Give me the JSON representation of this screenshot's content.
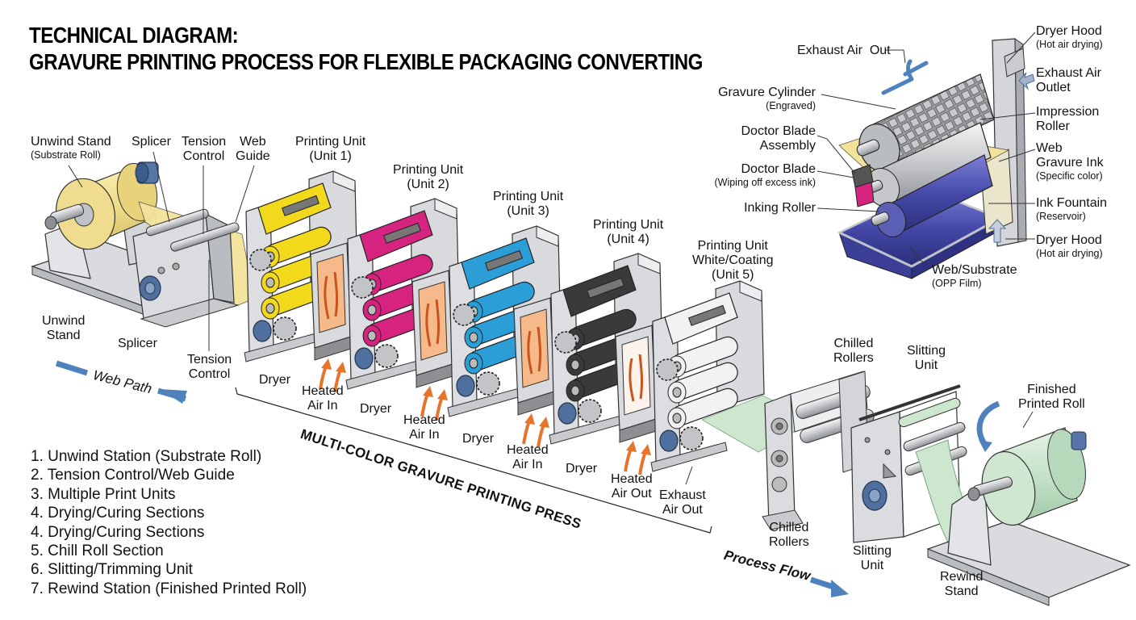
{
  "title": {
    "line1": "TECHNICAL DIAGRAM:",
    "line2": "GRAVURE PRINTING PROCESS FOR FLEXIBLE PACKAGING CONVERTING"
  },
  "colors": {
    "yellow_unit": "#f2d91c",
    "magenta_unit": "#d6237f",
    "cyan_unit": "#2b9ed8",
    "black_unit": "#3a3a3a",
    "white_unit": "#f2f2f2",
    "substrate": "#f3e39a",
    "printed_web": "#cde7cf",
    "dryer_panel": "#f6b98a",
    "heat_arrow": "#e8742c",
    "flow_arrow": "#4f82bd",
    "machine_gray": "#d7d9dc",
    "ink_blue": "#3d3f9a"
  },
  "top_labels": {
    "unwind_stand": {
      "title": "Unwind Stand",
      "sub": "(Substrate Roll)"
    },
    "splicer": "Splicer",
    "tension_control": {
      "line1": "Tension",
      "line2": "Control"
    },
    "web_guide": {
      "line1": "Web",
      "line2": "Guide"
    },
    "unit1": {
      "line1": "Printing Unit",
      "line2": "(Unit 1)"
    },
    "unit2": {
      "line1": "Printing Unit",
      "line2": "(Unit 2)"
    },
    "unit3": {
      "line1": "Printing Unit",
      "line2": "(Unit 3)"
    },
    "unit4": {
      "line1": "Printing Unit",
      "line2": "(Unit 4)"
    },
    "unit5": {
      "line1": "Printing Unit",
      "line2": "White/Coating",
      "line3": "(Unit 5)"
    },
    "chilled_rollers": {
      "line1": "Chilled",
      "line2": "Rollers"
    },
    "slitting_unit": {
      "line1": "Slitting",
      "line2": "Unit"
    },
    "finished_roll": {
      "line1": "Finished",
      "line2": "Printed Roll"
    }
  },
  "bottom_labels": {
    "unwind_stand": {
      "line1": "Unwind",
      "line2": "Stand"
    },
    "splicer": "Splicer",
    "tension_control": {
      "line1": "Tension",
      "line2": "Control"
    },
    "dryer1": "Dryer",
    "heated_air_in1": {
      "line1": "Heated",
      "line2": "Air In"
    },
    "dryer2": "Dryer",
    "heated_air_in2": {
      "line1": "Heated",
      "line2": "Air In"
    },
    "dryer3": "Dryer",
    "heated_air_in3": {
      "line1": "Heated",
      "line2": "Air In"
    },
    "dryer4": "Dryer",
    "heated_air_out": {
      "line1": "Heated",
      "line2": "Air Out"
    },
    "exhaust_air_out": {
      "line1": "Exhaust",
      "line2": "Air Out"
    },
    "chilled_rollers": {
      "line1": "Chilled",
      "line2": "Rollers"
    },
    "slitting_unit": {
      "line1": "Slitting",
      "line2": "Unit"
    },
    "rewind_stand": {
      "line1": "Rewind",
      "line2": "Stand"
    }
  },
  "annotations": {
    "web_path": "Web Path",
    "press_bracket": "MULTI-COLOR GRAVURE PRINTING PRESS",
    "process_flow": "Process Flow"
  },
  "detail_inset": {
    "exhaust_air_out": "Exhaust Air  Out",
    "gravure_cylinder": {
      "title": "Gravure Cylinder",
      "sub": "(Engraved)"
    },
    "doctor_blade_assembly": {
      "line1": "Doctor Blade",
      "line2": "Assembly"
    },
    "doctor_blade": {
      "title": "Doctor Blade",
      "sub": "(Wiping off excess ink)"
    },
    "inking_roller": "Inking Roller",
    "dryer_hood_top": {
      "title": "Dryer Hood",
      "sub": "(Hot air drying)"
    },
    "exhaust_air_outlet": {
      "line1": "Exhaust Air",
      "line2": "Outlet"
    },
    "impression_roller": {
      "line1": "Impression",
      "line2": "Roller"
    },
    "web_gravure_ink": {
      "line1": "Web",
      "line2": "Gravure Ink",
      "sub": "(Specific color)"
    },
    "ink_fountain": {
      "title": "Ink Fountain",
      "sub": "(Reservoir)"
    },
    "dryer_hood_bottom": {
      "title": "Dryer Hood",
      "sub": "(Hot air drying)"
    },
    "web_substrate": {
      "title": "Web/Substrate",
      "sub": "(OPP Film)"
    }
  },
  "legend": [
    "1. Unwind Station (Substrate Roll)",
    "2. Tension Control/Web Guide",
    "3. Multiple Print Units",
    "4. Drying/Curing Sections",
    "4. Drying/Curing Sections",
    "5. Chill Roll Section",
    "6. Slitting/Trimming Unit",
    "7. Rewind Station (Finished Printed Roll)"
  ]
}
